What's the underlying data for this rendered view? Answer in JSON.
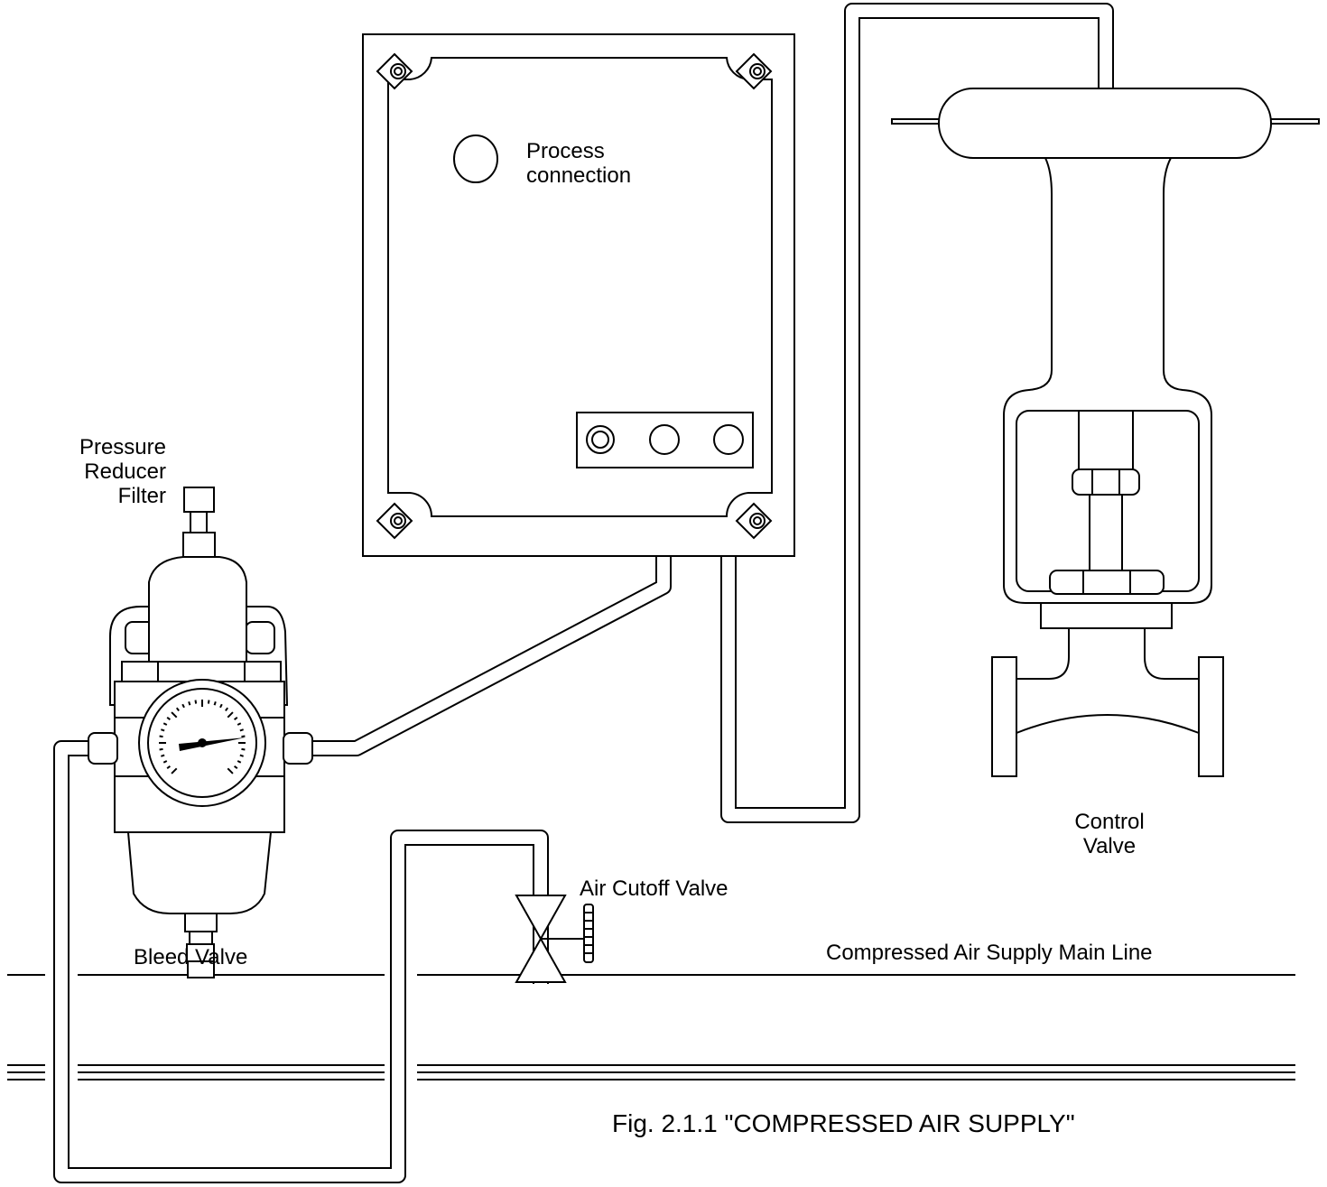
{
  "labels": {
    "process_connection": [
      "Process",
      "connection"
    ],
    "pressure_reducer_filter": [
      "Pressure",
      "Reducer",
      "Filter"
    ],
    "bleed_valve": "Bleed Valve",
    "air_cutoff_valve": "Air Cutoff Valve",
    "control_valve": [
      "Control",
      "Valve"
    ],
    "main_line": "Compressed Air Supply Main Line"
  },
  "caption": "Fig. 2.1.1 \"COMPRESSED AIR SUPPLY\""
}
